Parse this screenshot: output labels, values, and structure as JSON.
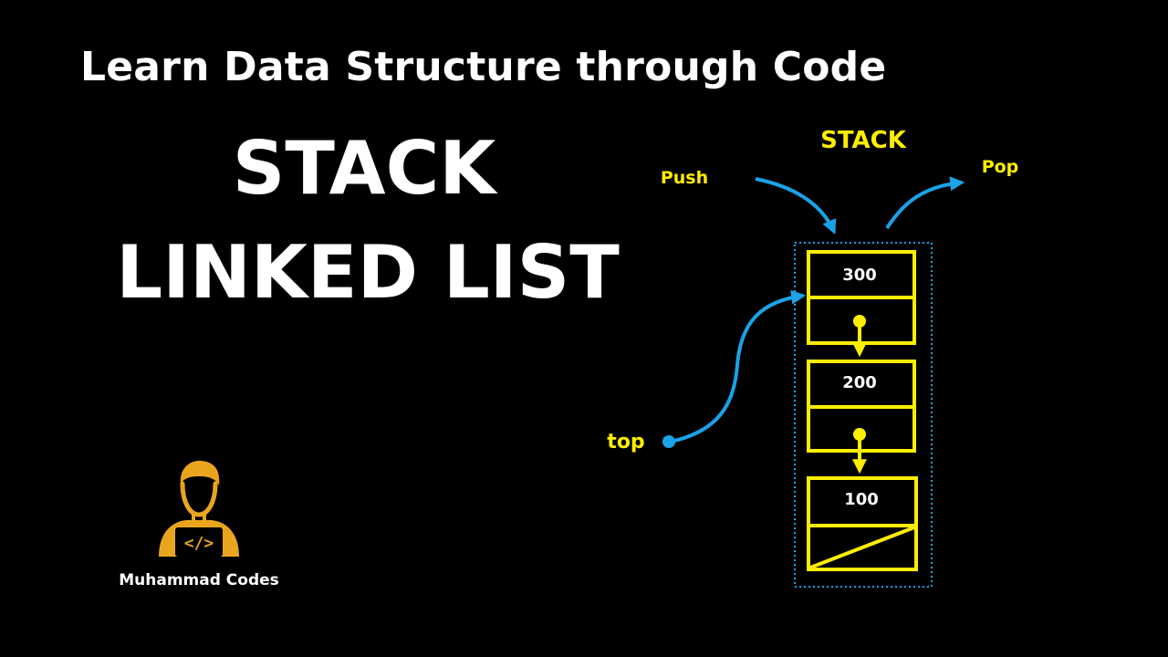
{
  "headline": "Learn Data Structure through Code",
  "title": {
    "line1": "STACK",
    "line2": "LINKED LIST"
  },
  "brand": {
    "name": "Muhammad Codes",
    "icon": "developer-avatar-icon",
    "icon_glyph": "</>"
  },
  "diagram": {
    "title": "STACK",
    "push_label": "Push",
    "pop_label": "Pop",
    "top_label": "top",
    "nodes": [
      {
        "value": "300"
      },
      {
        "value": "200"
      },
      {
        "value": "100"
      }
    ],
    "colors": {
      "node": "#ffee00",
      "pointer": "#1aa3e8",
      "text": "#ffffff",
      "background": "#000000"
    }
  }
}
